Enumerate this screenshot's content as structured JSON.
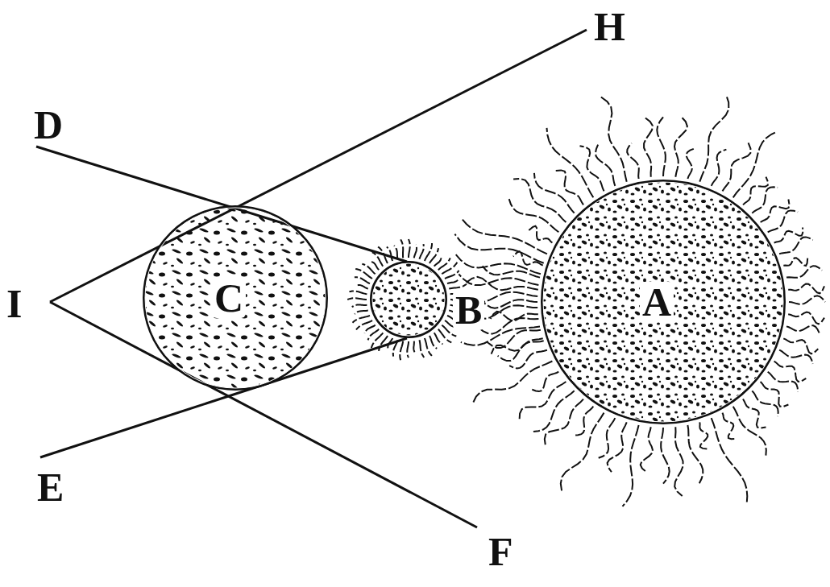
{
  "diagram": {
    "nodes": [
      {
        "text": [
          "C"
        ]
      },
      {
        "text": [
          "B"
        ]
      },
      {
        "text": [
          "A"
        ]
      }
    ],
    "labels": [
      "D",
      "H",
      "I",
      "E",
      "F"
    ]
  }
}
